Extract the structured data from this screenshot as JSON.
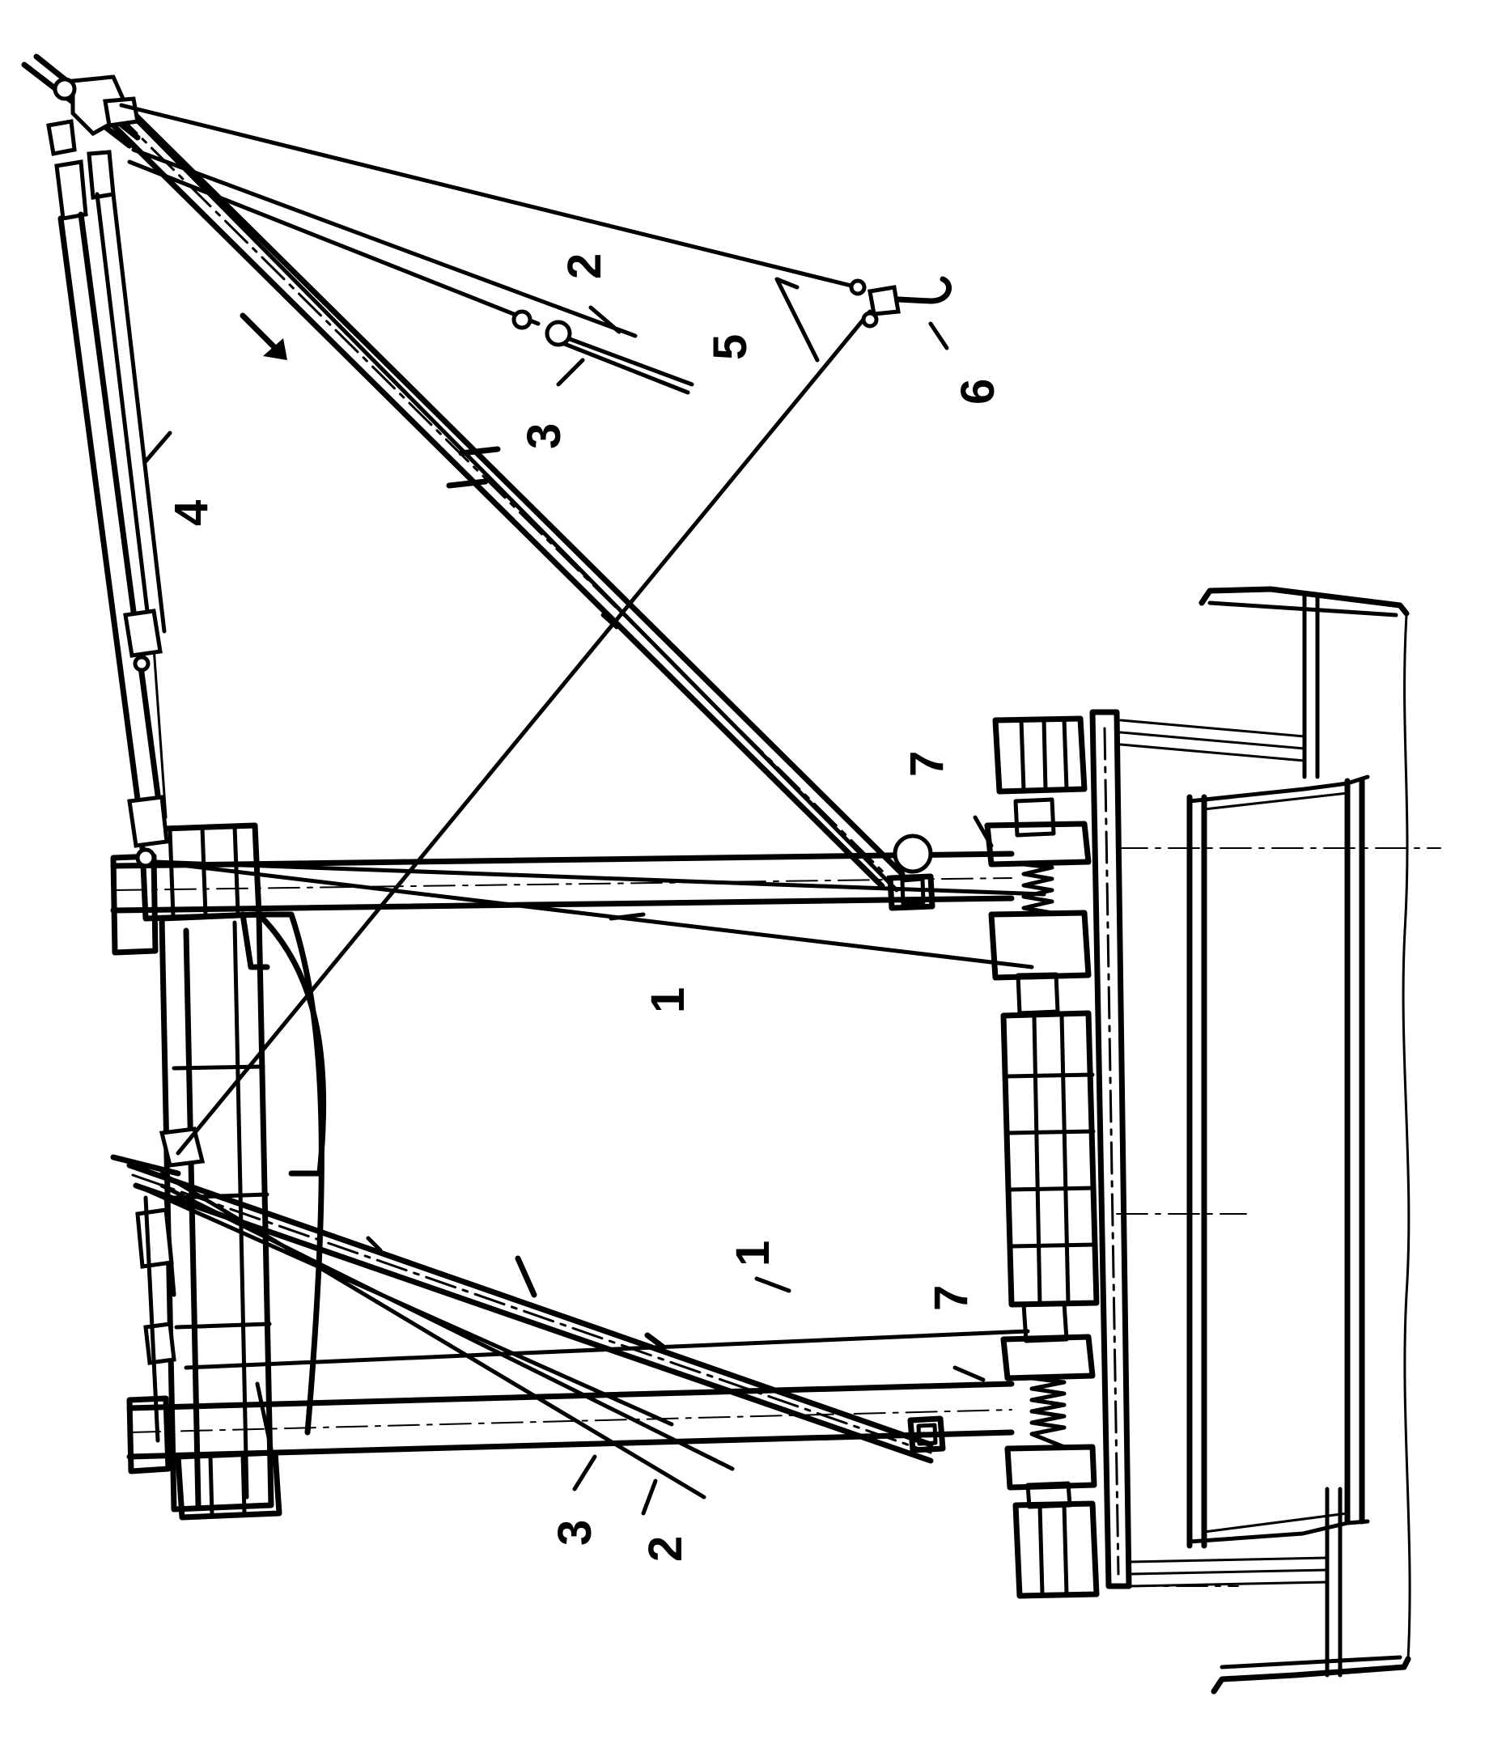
{
  "diagram": {
    "labels": {
      "1a": "1",
      "1b": "1",
      "2a": "2",
      "2b": "2",
      "3a": "3",
      "3b": "3",
      "4": "4",
      "5": "5",
      "6": "6",
      "7a": "7",
      "7b": "7"
    }
  }
}
